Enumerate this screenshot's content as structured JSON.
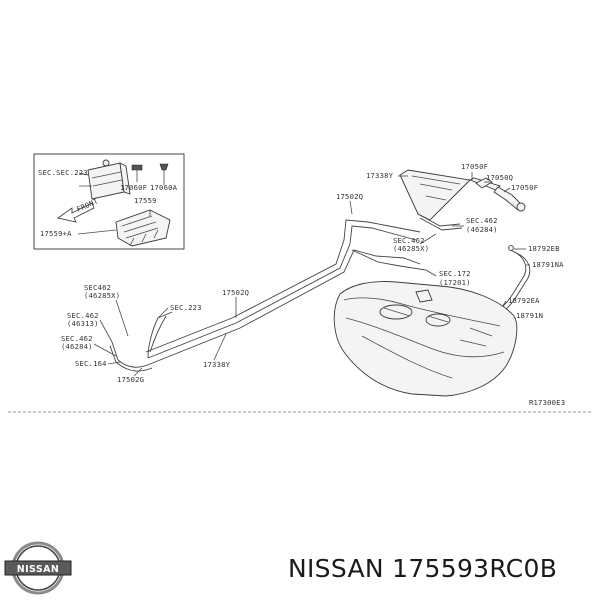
{
  "labels": {
    "sec223_top": "SEC.SEC.223",
    "front": "FRONT",
    "p17060f": "17060F",
    "p17060a": "17060A",
    "p17559": "17559",
    "p17559a": "17559+A",
    "p17338y_top": "17338Y",
    "p17050f_top": "17050F",
    "p17050q": "17050Q",
    "p17050f_right": "17050F",
    "p17502q_top": "17502Q",
    "sec462_46284_top": "SEC.462",
    "sec462_46284_top_num": "(46284)",
    "sec462_46285x_mid": "SEC.462",
    "sec462_46285x_mid_num": "(46285X)",
    "p18792eb": "18792EB",
    "p18791na": "18791NA",
    "sec172": "SEC.172",
    "sec172_num": "(17201)",
    "p18792ea": "18792EA",
    "p18791n": "18791N",
    "sec462_46285x_left": "SEC462",
    "sec462_46285x_left_num": "(46285X)",
    "sec223_left": "SEC.223",
    "p17502q_mid": "17502Q",
    "sec462_46313": "SEC.462",
    "sec462_46313_num": "(46313)",
    "sec462_46284_left": "SEC.462",
    "sec462_46284_left_num": "(46284)",
    "sec164": "SEC.164",
    "p17502g": "17502G",
    "p17338y_bottom": "17338Y",
    "drawing_code": "R17300E3"
  },
  "logo_text": "NISSAN",
  "caption": "NISSAN 175593RC0B"
}
